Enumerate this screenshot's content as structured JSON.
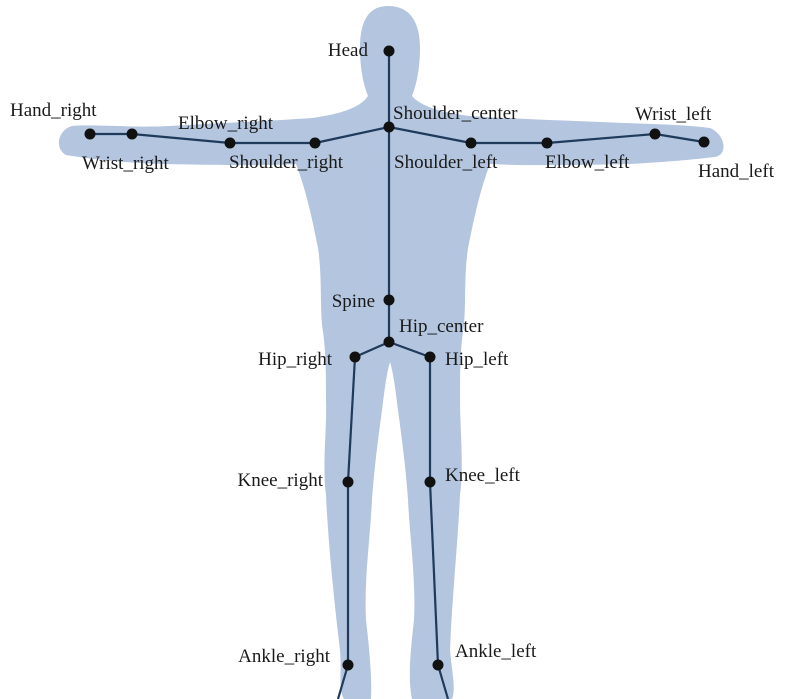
{
  "colors": {
    "silhouette": "#b3c5df",
    "bone": "#1f3a5a",
    "joint": "#111111"
  },
  "joints": [
    {
      "id": "head",
      "label": "Head"
    },
    {
      "id": "shoulder_center",
      "label": "Shoulder_center"
    },
    {
      "id": "shoulder_right",
      "label": "Shoulder_right"
    },
    {
      "id": "elbow_right",
      "label": "Elbow_right"
    },
    {
      "id": "wrist_right",
      "label": "Wrist_right"
    },
    {
      "id": "hand_right",
      "label": "Hand_right"
    },
    {
      "id": "shoulder_left",
      "label": "Shoulder_left"
    },
    {
      "id": "elbow_left",
      "label": "Elbow_left"
    },
    {
      "id": "wrist_left",
      "label": "Wrist_left"
    },
    {
      "id": "hand_left",
      "label": "Hand_left"
    },
    {
      "id": "spine",
      "label": "Spine"
    },
    {
      "id": "hip_center",
      "label": "Hip_center"
    },
    {
      "id": "hip_right",
      "label": "Hip_right"
    },
    {
      "id": "knee_right",
      "label": "Knee_right"
    },
    {
      "id": "ankle_right",
      "label": "Ankle_right"
    },
    {
      "id": "hip_left",
      "label": "Hip_left"
    },
    {
      "id": "knee_left",
      "label": "Knee_left"
    },
    {
      "id": "ankle_left",
      "label": "Ankle_left"
    }
  ],
  "bones": [
    [
      "head",
      "shoulder_center"
    ],
    [
      "shoulder_center",
      "shoulder_right"
    ],
    [
      "shoulder_right",
      "elbow_right"
    ],
    [
      "elbow_right",
      "wrist_right"
    ],
    [
      "wrist_right",
      "hand_right"
    ],
    [
      "shoulder_center",
      "shoulder_left"
    ],
    [
      "shoulder_left",
      "elbow_left"
    ],
    [
      "elbow_left",
      "wrist_left"
    ],
    [
      "wrist_left",
      "hand_left"
    ],
    [
      "shoulder_center",
      "spine"
    ],
    [
      "spine",
      "hip_center"
    ],
    [
      "hip_center",
      "hip_right"
    ],
    [
      "hip_right",
      "knee_right"
    ],
    [
      "knee_right",
      "ankle_right"
    ],
    [
      "hip_center",
      "hip_left"
    ],
    [
      "hip_left",
      "knee_left"
    ],
    [
      "knee_left",
      "ankle_left"
    ]
  ]
}
